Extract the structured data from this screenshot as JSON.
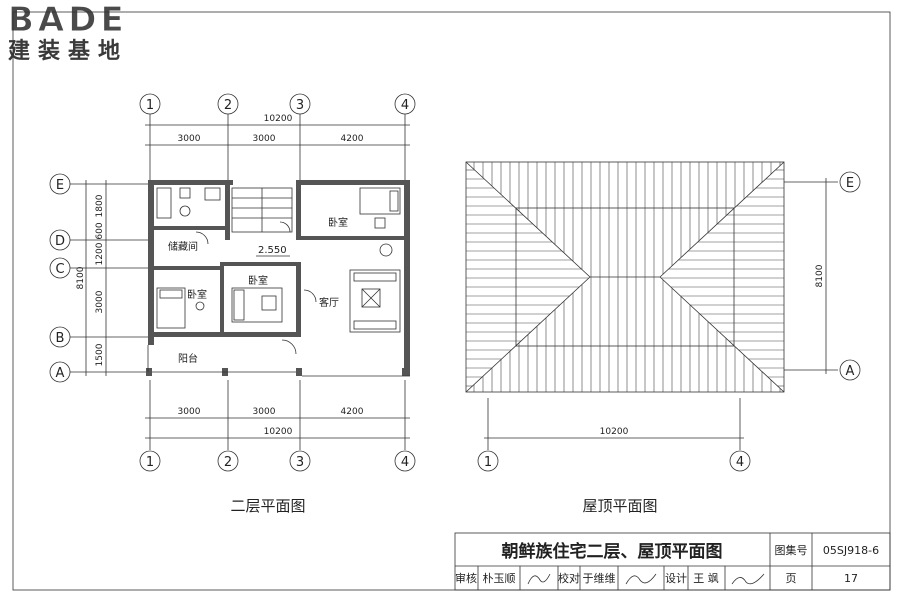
{
  "logo": {
    "brand": "BADE",
    "brand_cn": "建装基地"
  },
  "floor_plan": {
    "caption": "二层平面图",
    "axes_h": [
      "1",
      "2",
      "3",
      "4"
    ],
    "axes_v": [
      "E",
      "D",
      "C",
      "B",
      "A"
    ],
    "dims_top": [
      "3000",
      "3000",
      "4200"
    ],
    "total_top": "10200",
    "dims_bottom": [
      "3000",
      "3000",
      "4200"
    ],
    "total_bottom": "10200",
    "dims_left": [
      "1800",
      "600",
      "1200",
      "3000",
      "1500"
    ],
    "total_left": "8100",
    "rooms": {
      "bedroom_ne": "卧室",
      "storage": "储藏间",
      "bedroom_sw": "卧室",
      "bedroom_mid": "卧室",
      "living": "客厅",
      "balcony": "阳台"
    },
    "elevation": "2.550"
  },
  "roof_plan": {
    "caption": "屋顶平面图",
    "axes_h": [
      "1",
      "4"
    ],
    "axes_v": [
      "E",
      "A"
    ],
    "dim_width": "10200",
    "dim_height": "8100"
  },
  "title_block": {
    "title": "朝鲜族住宅二层、屋顶平面图",
    "atlas_label": "图集号",
    "atlas_no": "05SJ918-6",
    "review_label": "审核",
    "review_name": "朴玉顺",
    "check_label": "校对",
    "check_name": "于维维",
    "design_label": "设计",
    "design_name": "王 飒",
    "page_label": "页",
    "page_no": "17"
  }
}
